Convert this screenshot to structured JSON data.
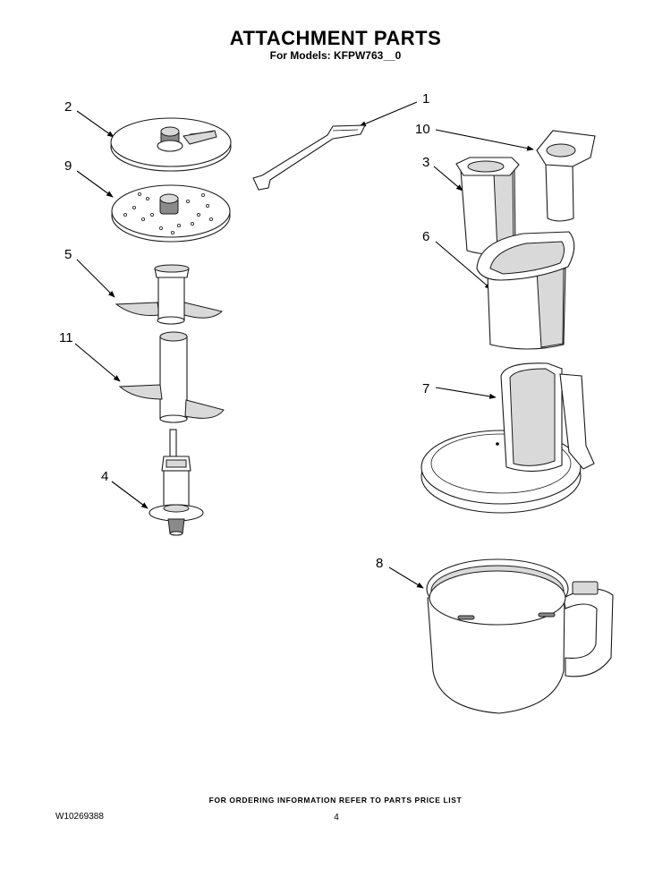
{
  "header": {
    "title": "ATTACHMENT PARTS",
    "subtitle": "For Models: KFPW763__0"
  },
  "callouts": [
    "1",
    "2",
    "3",
    "4",
    "5",
    "6",
    "7",
    "8",
    "9",
    "10",
    "11"
  ],
  "footer": {
    "note": "FOR ORDERING INFORMATION REFER TO PARTS PRICE LIST",
    "doc_number": "W10269388",
    "page_number": "4"
  }
}
